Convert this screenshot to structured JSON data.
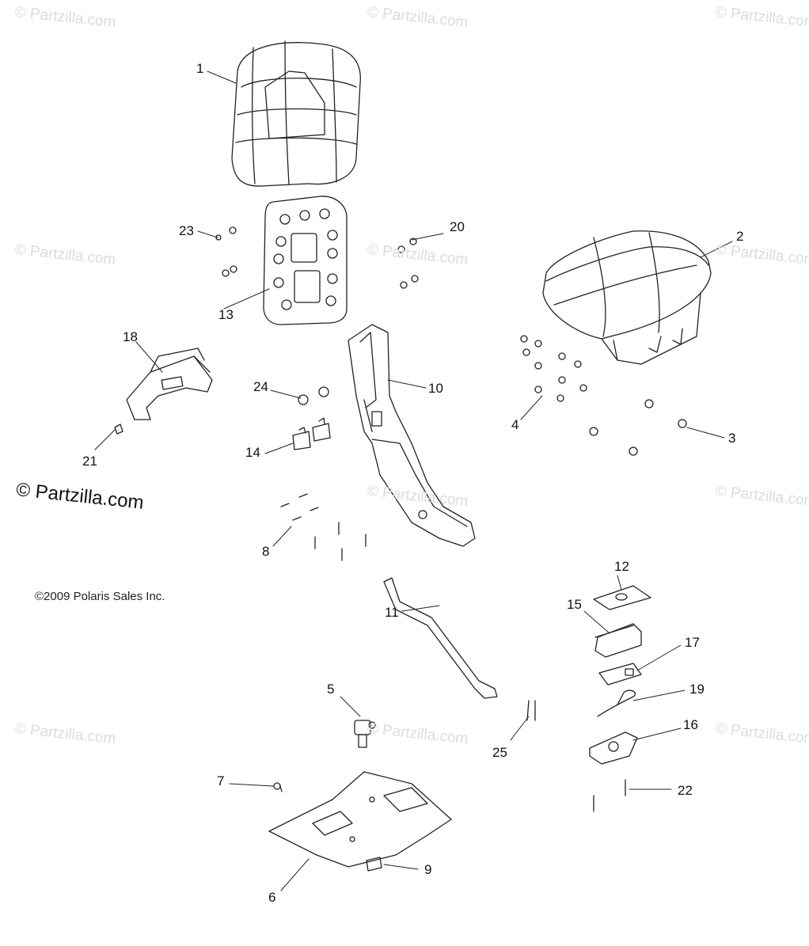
{
  "diagram": {
    "copyright": "©2009 Polaris Sales Inc.",
    "watermark": "© Partzilla.com",
    "callouts": [
      "1",
      "2",
      "3",
      "4",
      "5",
      "6",
      "7",
      "8",
      "9",
      "10",
      "11",
      "12",
      "13",
      "14",
      "15",
      "16",
      "17",
      "18",
      "19",
      "20",
      "21",
      "22",
      "23",
      "24",
      "25"
    ]
  }
}
